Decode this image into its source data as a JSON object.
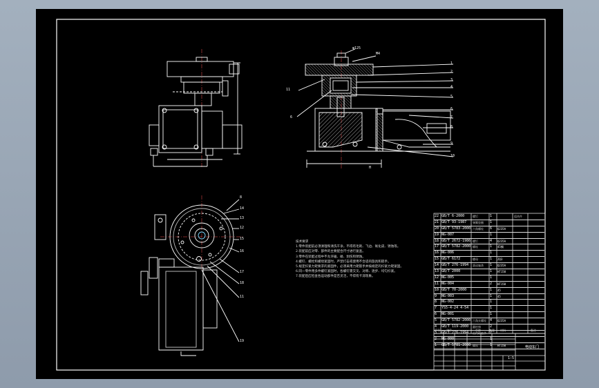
{
  "drawing": {
    "title": "电动车门",
    "scale": "1:5"
  },
  "colors": {
    "background": "#9aa7b6",
    "sheet": "#000000",
    "lines": "#ffffff",
    "hatch": "#d0d0d0",
    "accent_red": "#ff4040",
    "cyan": "#7fd8ff"
  },
  "section_view": {
    "top_label": "φ125",
    "right_label": "M4",
    "left_callouts": [
      "11",
      "6"
    ],
    "right_callouts": [
      "1",
      "2",
      "3",
      "4",
      "5",
      "6",
      "7",
      "8",
      "9",
      "10"
    ],
    "bottom_dim": "H"
  },
  "top_view": {
    "callouts": [
      "8",
      "14",
      "13",
      "12",
      "15",
      "16",
      "17",
      "18",
      "11",
      "19"
    ]
  },
  "technical_notes": {
    "heading": "技术要求",
    "lines": [
      "1.零件装配前必须清理和清洗干净，不得有毛刺、飞边、氧化皮、锈蚀等。",
      "2.装配前应对零、部件的主要配合尺寸进行复查。",
      "3.零件在装配过程中不允许磕、碰、划伤和锈蚀。",
      "4.螺钉、螺栓和螺母紧固时，严禁打击或使用不合适的旋具和扳手。",
      "5.规定拧紧力矩要求的紧固件，必须采用力矩扳手并按规定的拧紧力矩紧固。",
      "6.同一零件用多件螺钉紧固时，各螺钉需交叉、对称、逐步、均匀拧紧。",
      "7.装配后应检查各运动部件是否灵活，不得有卡滞现象。"
    ]
  },
  "bom": {
    "header": [
      "序号",
      "代号",
      "名称",
      "数量",
      "材料",
      "备注"
    ],
    "rows": [
      [
        "22",
        "GB/T 6-2000",
        "螺钉",
        "1",
        "",
        "组合件"
      ],
      [
        "21",
        "GB/T 93-1987",
        "弹簧垫圈",
        "1",
        "",
        ""
      ],
      [
        "20",
        "GB/T 5783-2000",
        "六角螺栓",
        "6",
        "Q235A",
        ""
      ],
      [
        "19",
        "NG-007",
        "",
        "1",
        "",
        ""
      ],
      [
        "18",
        "GB/T 2672-1986",
        "螺钉",
        "4",
        "Q235A",
        ""
      ],
      [
        "17",
        "GB/T 5782-2000",
        "螺栓",
        "1",
        "45钢",
        ""
      ],
      [
        "16",
        "NG-006",
        "",
        "1",
        "",
        ""
      ],
      [
        "15",
        "GB/T 6172",
        "螺母",
        "1",
        "ZQ3",
        ""
      ],
      [
        "14",
        "GB/T 276-1994",
        "滚动轴承",
        "1",
        "Q235A",
        ""
      ],
      [
        "13",
        "GB/T 2000",
        "",
        "1",
        "HT150",
        ""
      ],
      [
        "12",
        "NG-005",
        "",
        "1",
        "",
        ""
      ],
      [
        "11",
        "NG-004",
        "",
        "2",
        "HT150",
        ""
      ],
      [
        "10",
        "GB/T 70-2000",
        "",
        "1",
        "45",
        ""
      ],
      [
        "9",
        "NG-003",
        "",
        "1",
        "45",
        ""
      ],
      [
        "8",
        "NG-002",
        "",
        "1",
        "",
        ""
      ],
      [
        "7",
        "YS5-4-24 4-54",
        "",
        "1",
        "",
        ""
      ],
      [
        "6",
        "NG-001",
        "",
        "1",
        "",
        ""
      ],
      [
        "5",
        "GB/T 5782-2000",
        "六角头螺栓",
        "4",
        "Q235A",
        ""
      ],
      [
        "4",
        "GB/T 119-2000",
        "圆柱销",
        "2",
        "",
        ""
      ],
      [
        "3",
        "GB/T 276-1994",
        "深沟球轴承",
        "2",
        "",
        ""
      ],
      [
        "2",
        "NG-000",
        "",
        "1",
        "",
        ""
      ],
      [
        "1",
        "GB/T 5781-2000",
        "螺栓",
        "1",
        "HT150",
        ""
      ]
    ]
  }
}
